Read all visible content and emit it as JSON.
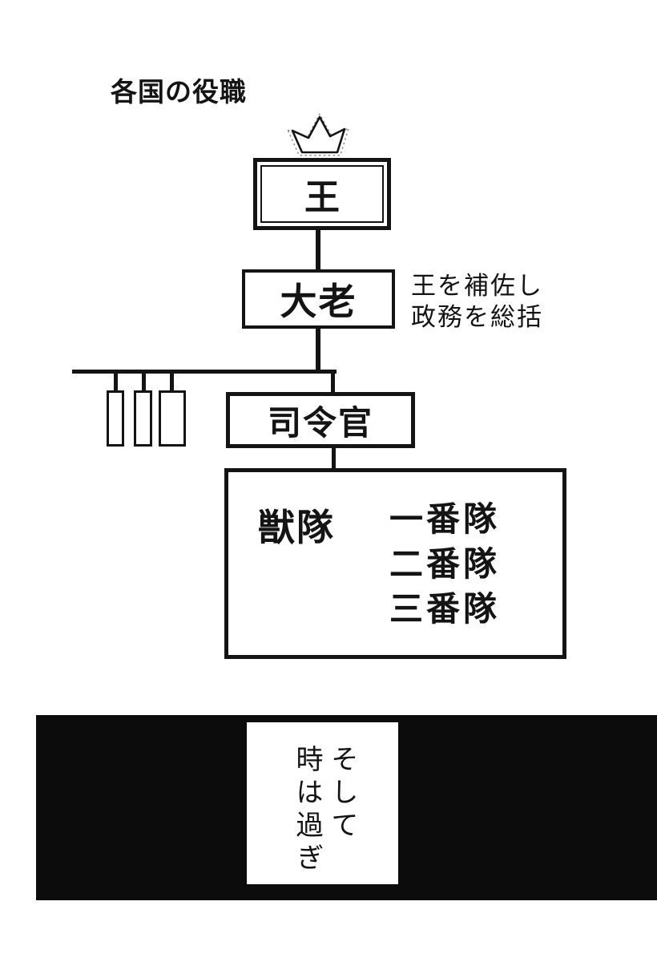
{
  "colors": {
    "ink": "#141414",
    "paper": "#ffffff",
    "panel_black": "#0c0c0c"
  },
  "title": "各国の役職",
  "diagram": {
    "king": {
      "label": "王",
      "icon": "crown-icon"
    },
    "elder": {
      "label": "大老",
      "note": [
        "王を補佐し",
        "政務を総括"
      ]
    },
    "commander": {
      "label": "司令官"
    },
    "beast_corps": {
      "label": "獣隊",
      "squads": [
        "一番隊",
        "二番隊",
        "三番隊"
      ]
    },
    "empty_branch_box_count": 3
  },
  "caption": {
    "text": "そして\n時は過ぎ"
  }
}
